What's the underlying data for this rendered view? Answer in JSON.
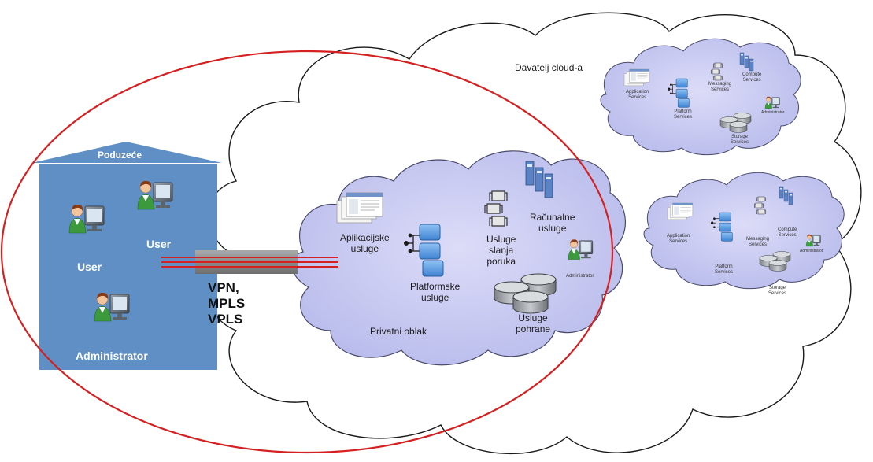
{
  "enterprise": {
    "title": "Poduzeće",
    "users": [
      "User",
      "User"
    ],
    "admin": "Administrator"
  },
  "connection": {
    "lines": [
      "VPN,",
      "MPLS",
      "VPLS"
    ]
  },
  "private_cloud": {
    "name": "Privatni oblak",
    "services": {
      "application": [
        "Aplikacijske",
        "usluge"
      ],
      "platform": [
        "Platformske",
        "usluge"
      ],
      "messaging": [
        "Usluge",
        "slanja",
        "poruka"
      ],
      "compute": [
        "Računalne",
        "usluge"
      ],
      "storage": [
        "Usluge",
        "pohrane"
      ],
      "admin": "Administrator"
    }
  },
  "provider": {
    "name": "Davatelj cloud-a",
    "mini_clouds": [
      {
        "application": [
          "Application",
          "Services"
        ],
        "platform": [
          "Platform",
          "Services"
        ],
        "messaging": [
          "Messaging",
          "Services"
        ],
        "compute": [
          "Compute",
          "Services"
        ],
        "storage": [
          "Storage",
          "Services"
        ],
        "admin": "Administrator"
      },
      {
        "application": [
          "Application",
          "Services"
        ],
        "platform": [
          "Platform",
          "Services"
        ],
        "messaging": [
          "Messaging",
          "Services"
        ],
        "compute": [
          "Compute",
          "Services"
        ],
        "storage": [
          "Storage",
          "Services"
        ],
        "admin": "Administrator"
      }
    ]
  },
  "colors": {
    "building": "#5f8fc4",
    "cloud_fill": "#c6c8f0",
    "scope_ellipse": "#d42020",
    "tunnel": "#8c8c8c"
  }
}
